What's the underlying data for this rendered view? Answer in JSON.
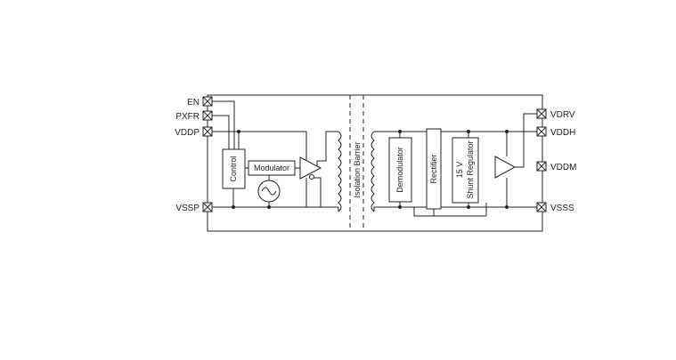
{
  "pins_left": [
    "EN",
    "PXFR",
    "VDDP",
    "VSSP"
  ],
  "pins_right": [
    "VDRV",
    "VDDH",
    "VDDM",
    "VSSS"
  ],
  "blocks": {
    "control": "Control",
    "modulator": "Modulator",
    "isolation": "Isolation Barrier",
    "demodulator": "Demodulator",
    "rectifier": "Rectifier",
    "shunt_line1": "15 V",
    "shunt_line2": "Shunt Regulator"
  },
  "colors": {
    "line": "#222222",
    "background": "#ffffff"
  }
}
